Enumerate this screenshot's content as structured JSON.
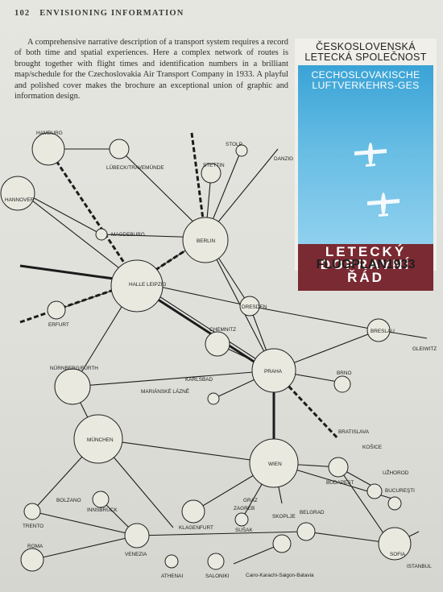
{
  "header": {
    "page_number": "102",
    "running_title": "ENVISIONING INFORMATION"
  },
  "intro_text": "A comprehensive narrative description of a transport system requires a record of both time and spatial experiences. Here a complex network of routes is brought together with flight times and identification numbers in a brilliant map/schedule for the Czechoslovakia Air Transport Company in 1933. A playful and polished cover makes the brochure an exceptional union of graphic and information design.",
  "cover": {
    "line1": "ČESKOSLOVENSKÁ",
    "line2": "LETECKÁ SPOLEČNOST",
    "line3": "CECHOSLOVAKISCHE",
    "line4": "LUFTVERKEHRS-GES",
    "line5": "LETECKÝ",
    "line6": "DOPRAVNÍ",
    "line7": "ŘÁD",
    "line8": "FLUGPLAN1933",
    "colors": {
      "blue": "#4fb0df",
      "red": "#7a2a32"
    }
  },
  "map": {
    "cities": [
      "HAMBURG",
      "LÜBECK/TRAVEMÜNDE",
      "STOLP",
      "DANZIG",
      "STETTIN",
      "HANNOVER",
      "MAGDEBURG",
      "BERLIN",
      "HALLE LEIPZIG",
      "ERFURT",
      "DRESDEN",
      "CHEMNITZ",
      "BRESLAU",
      "GLEIWITZ",
      "NÜRNBERG/FÜRTH",
      "PRAHA",
      "KARLSBAD",
      "MARIÁNSKÉ LÁZNĚ",
      "BRNO",
      "MÜNCHEN",
      "WIEN",
      "BRATISLAVA",
      "KOŠICE",
      "BUDAPEST",
      "UŽHOROD",
      "BOLZANO",
      "INNSBRUCK",
      "TRENTO",
      "GRAZ",
      "ZAGREB",
      "KLAGENFURT",
      "BUCUREŞTI",
      "ROMA",
      "VENEZIA",
      "SUŠAK",
      "SKOPLJE",
      "BELGRAD",
      "SOFIA",
      "ISTANBUL",
      "ATHENAI",
      "SALONIKI"
    ],
    "footer_note": "Cairo-Karachi-Saigon-Batavia"
  }
}
